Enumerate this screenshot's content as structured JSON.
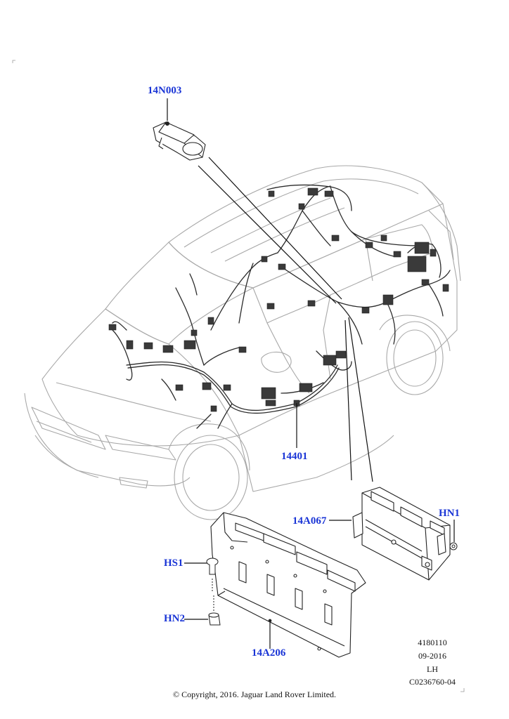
{
  "callouts": {
    "relay_part": "14N003",
    "harness_part": "14401",
    "module_part": "14A067",
    "nut_hn1": "HN1",
    "screw_hs1": "HS1",
    "nut_hn2": "HN2",
    "bracket_part": "14A206"
  },
  "meta": {
    "illustration_number": "4180110",
    "date": "09-2016",
    "side": "LH",
    "reference": "C0236760-04"
  },
  "copyright": "© Copyright, 2016. Jaguar Land Rover Limited.",
  "colors": {
    "callout": "#1a35d6",
    "line": "#9a9a9a",
    "harness": "#2b2b2b"
  }
}
